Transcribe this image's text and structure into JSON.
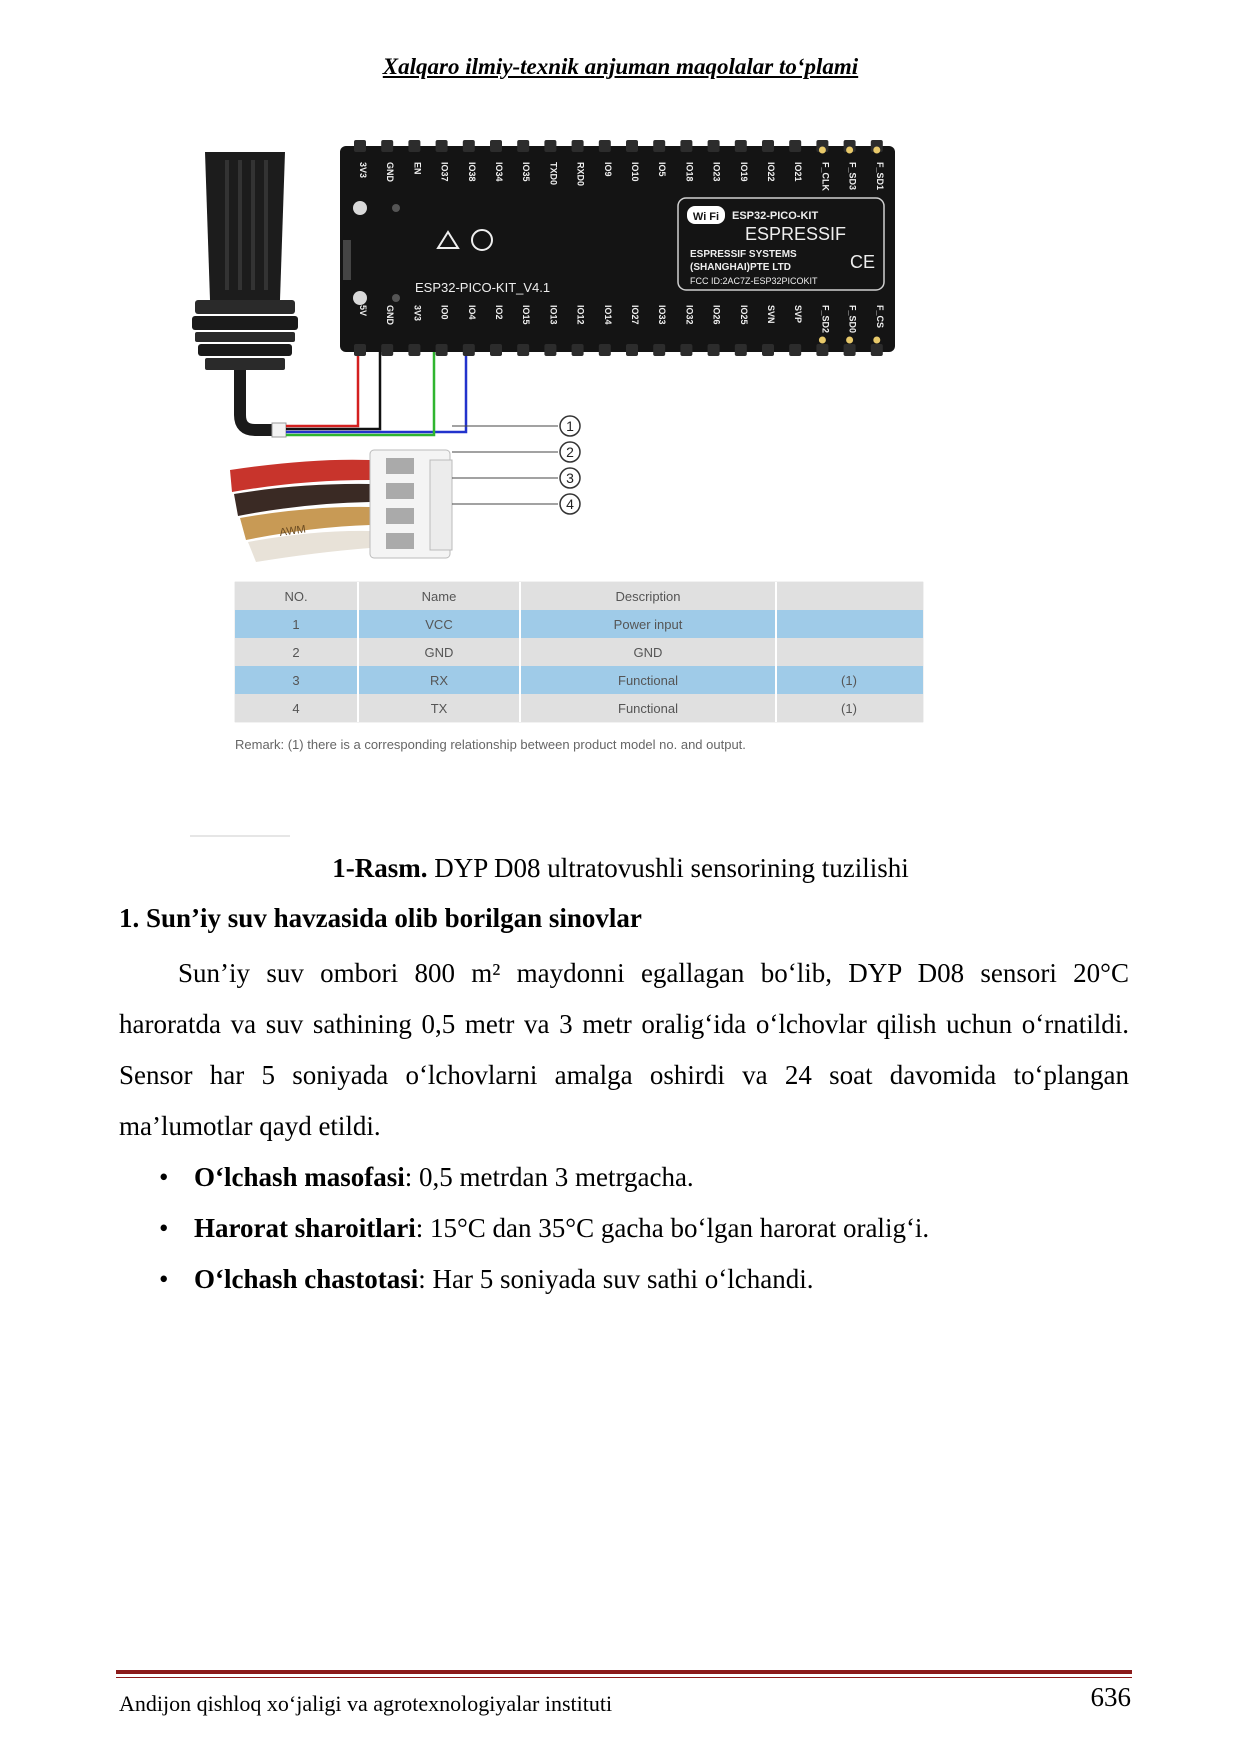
{
  "header": {
    "title": "Xalqaro ilmiy-texnik anjuman maqolalar to‘plami"
  },
  "figure": {
    "board": {
      "top_pins": [
        "3V3",
        "GND",
        "EN",
        "IO37",
        "IO38",
        "IO34",
        "IO35",
        "TXD0",
        "RXD0",
        "IO9",
        "IO10",
        "IO5",
        "IO18",
        "IO23",
        "IO19",
        "IO22",
        "IO21",
        "F_CLK",
        "F_SD3",
        "F_SD1"
      ],
      "bottom_pins": [
        "5V",
        "GND",
        "3V3",
        "IO0",
        "IO4",
        "IO2",
        "IO15",
        "IO13",
        "IO12",
        "IO14",
        "IO27",
        "IO33",
        "IO32",
        "IO26",
        "IO25",
        "SVN",
        "SVP",
        "F_SD2",
        "F_SD0",
        "F_CS"
      ],
      "model_label": "ESP32-PICO-KIT_V4.1",
      "module_lines": [
        "ESP32-PICO-KIT",
        "ESPRESSIF",
        "ESPRESSIF SYSTEMS",
        "(SHANGHAI)PTE LTD",
        "FCC ID:2AC7Z-ESP32PICOKIT"
      ],
      "wifi_badge": "Wi Fi",
      "ce_mark": "CE"
    },
    "connector_numbers": [
      "1",
      "2",
      "3",
      "4"
    ],
    "cable_print": "AWM",
    "pin_table": {
      "headers": [
        "NO.",
        "Name",
        "Description",
        ""
      ],
      "rows": [
        [
          "1",
          "VCC",
          "Power input",
          ""
        ],
        [
          "2",
          "GND",
          "GND",
          ""
        ],
        [
          "3",
          "RX",
          "Functional",
          "(1)"
        ],
        [
          "4",
          "TX",
          "Functional",
          "(1)"
        ]
      ],
      "remark": "Remark: (1) there is a corresponding relationship between product model no. and output."
    },
    "colors": {
      "board": "#141414",
      "row_blue": "#9fcbe8",
      "row_gray": "#e0e0e0",
      "wire_red": "#d42020",
      "wire_black": "#111111",
      "wire_green": "#2fb52f",
      "wire_blue": "#2233cc"
    }
  },
  "caption": {
    "label": "1-Rasm.",
    "text": " DYP D08 ultratovushli sensorining tuzilishi"
  },
  "section_title": "1. Sun’iy suv havzasida olib borilgan sinovlar",
  "paragraph": "Sun’iy suv ombori 800 m² maydonni egallagan bo‘lib, DYP D08 sensori 20°C haroratda va suv sathining 0,5 metr va 3 metr oralig‘ida o‘lchovlar qilish uchun o‘rnatildi. Sensor har 5 soniyada o‘lchovlarni amalga oshirdi va 24 soat davomida to‘plangan ma’lumotlar qayd etildi.",
  "bullets": [
    {
      "term": "O‘lchash masofasi",
      "text": ": 0,5 metrdan 3 metrgacha."
    },
    {
      "term": "Harorat sharoitlari",
      "text": ": 15°C dan 35°C gacha bo‘lgan harorat oralig‘i."
    },
    {
      "term": "O‘lchash chastotasi",
      "text": ": Har 5 soniyada suv sathi o‘lchandi."
    }
  ],
  "footer": {
    "institute": "Andijon qishloq xo‘jaligi va agrotexnologiyalar instituti",
    "page_number": "636"
  }
}
